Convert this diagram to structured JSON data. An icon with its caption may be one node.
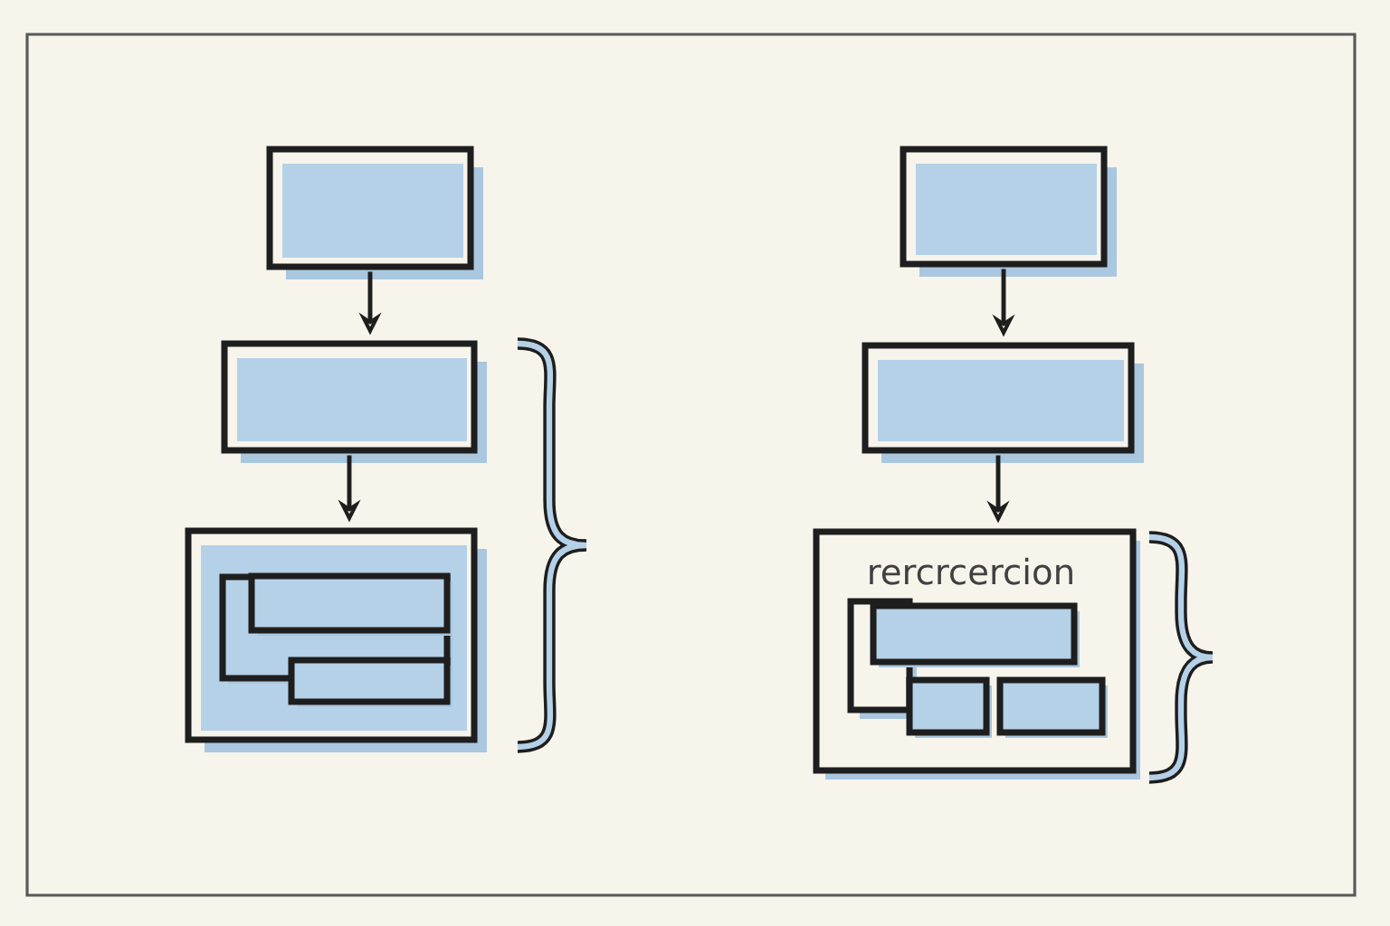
{
  "diagram": {
    "nodes": [
      {
        "text": [],
        "shape": "box"
      },
      {
        "text": [],
        "shape": "box"
      },
      {
        "text": [],
        "shape": "box"
      },
      {
        "text": [],
        "shape": "box",
        "in": 2
      },
      {
        "text": [],
        "shape": "box",
        "in": 2
      },
      {
        "text": [],
        "shape": "box",
        "in": 2
      },
      {
        "text": [],
        "shape": "box"
      },
      {
        "text": [],
        "shape": "box"
      },
      {
        "text": [
          "rercrcercion"
        ]
      },
      {
        "text": [],
        "shape": "box",
        "in": 8
      },
      {
        "text": [],
        "shape": "box",
        "in": 8
      },
      {
        "text": [],
        "shape": "box",
        "in": 8
      },
      {
        "text": [],
        "shape": "box",
        "in": 8
      }
    ],
    "edges": [
      {
        "from": 0,
        "to": 1,
        "arrow": "to"
      },
      {
        "from": 1,
        "to": 2,
        "arrow": "to"
      },
      {
        "from": 6,
        "to": 7,
        "arrow": "to"
      },
      {
        "from": 7,
        "to": 8,
        "arrow": "to"
      }
    ]
  }
}
